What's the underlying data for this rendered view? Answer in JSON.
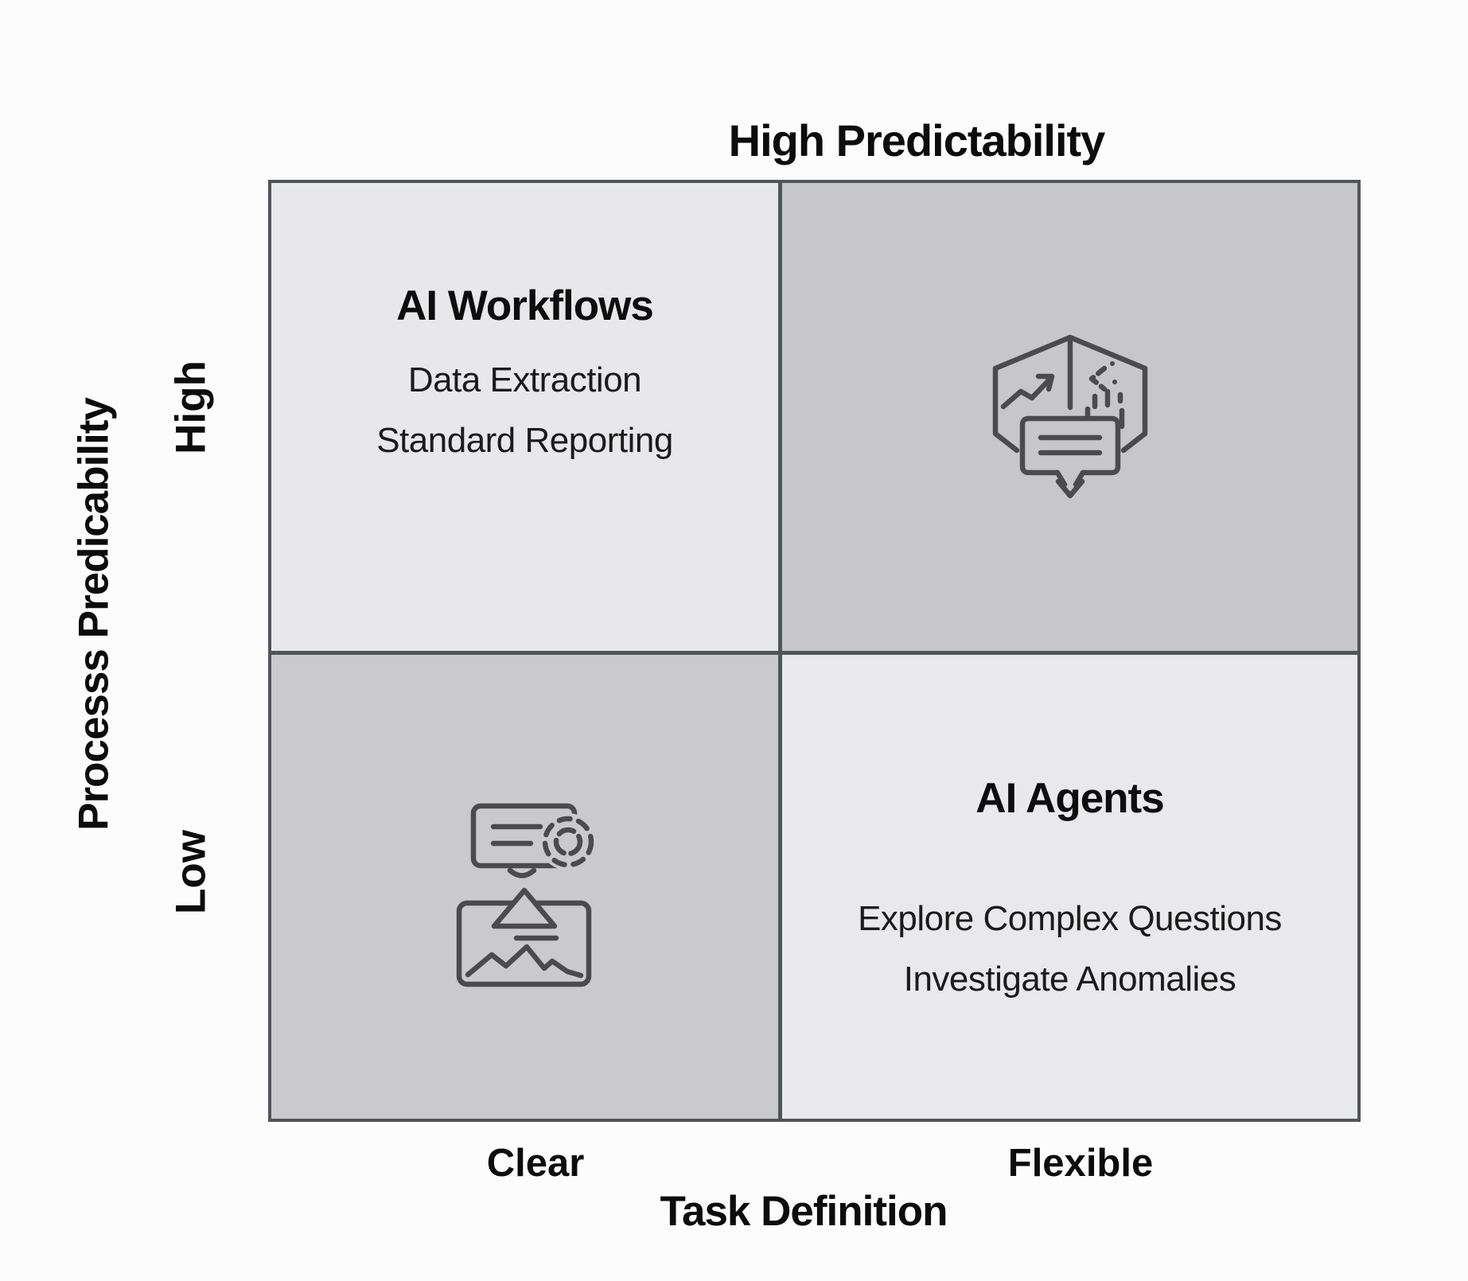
{
  "header": {
    "top_label": "High Predictability"
  },
  "y_axis": {
    "label": "Processs Predicability",
    "high_label": "High",
    "low_label": "Low"
  },
  "x_axis": {
    "label": "Task Definition",
    "clear_label": "Clear",
    "flexible_label": "Flexible"
  },
  "quadrants": {
    "top_left": {
      "title": "AI Workflows",
      "lines": [
        "Data Extraction",
        "Standard Reporting"
      ]
    },
    "top_right": {
      "icon": "analytics-insight-hexagon-icon"
    },
    "bottom_left": {
      "icon": "report-image-processing-icon"
    },
    "bottom_right": {
      "title": "AI Agents",
      "lines": [
        "Explore Complex Questions",
        "Investigate Anomalies"
      ]
    }
  },
  "colors": {
    "quadrant_light": "#e9e8ea",
    "quadrant_dark": "#c8c7c9",
    "grid_line": "#515558",
    "icon_stroke": "#4b4b4d",
    "text": "#111111",
    "background": "#fcfcfc"
  }
}
